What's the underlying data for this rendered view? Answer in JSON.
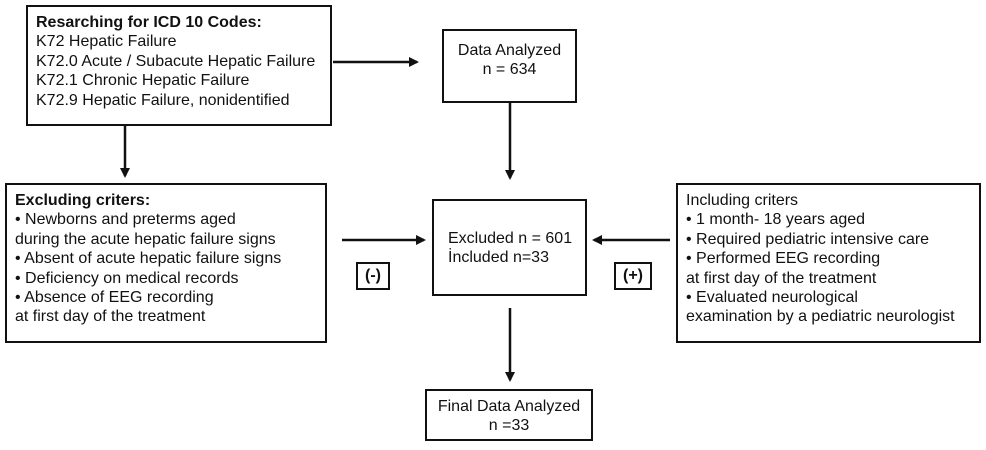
{
  "boxes": {
    "search": {
      "title": "Resarching for ICD 10 Codes:",
      "lines": [
        "K72 Hepatic Failure",
        "K72.0 Acute / Subacute Hepatic Failure",
        "K72.1 Chronic Hepatic Failure",
        "K72.9 Hepatic Failure, nonidentified"
      ]
    },
    "data_analyzed": {
      "title": "Data Analyzed",
      "count": "n = 634"
    },
    "excluding": {
      "title": "Excluding criters:",
      "lines": [
        "•   Newborns and preterms aged",
        "during the acute hepatic failure signs",
        "•   Absent of acute hepatic failure signs",
        "•   Deficiency on medical records",
        "•   Absence of EEG recording",
        "at first day of the treatment"
      ]
    },
    "result": {
      "excluded": "Excluded n = 601",
      "included": "İncluded n=33"
    },
    "including": {
      "title": "Including criters",
      "lines": [
        "•   1 month- 18 years aged",
        "•   Required pediatric intensive care",
        "•   Performed EEG recording",
        "at first day of the treatment",
        "•   Evaluated neurological",
        "examination by a pediatric neurologist"
      ]
    },
    "final": {
      "title": "Final Data Analyzed",
      "count": "n =33"
    }
  },
  "signs": {
    "minus": "(-)",
    "plus": "(+)"
  }
}
